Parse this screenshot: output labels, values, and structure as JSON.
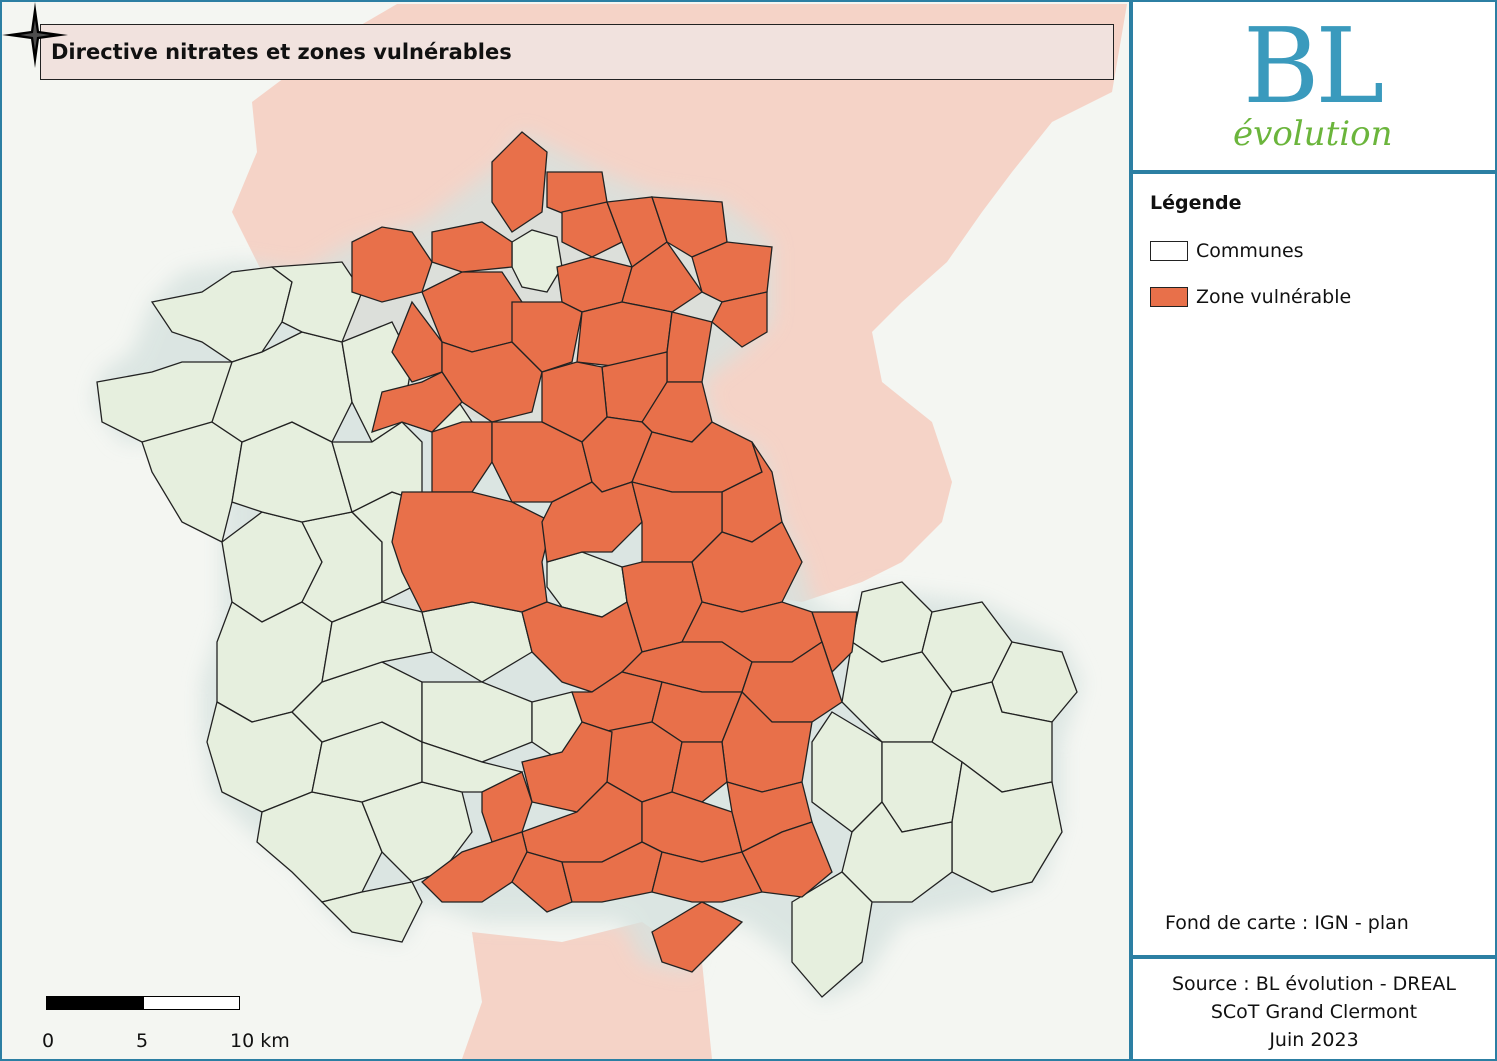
{
  "title": "Directive nitrates et zones vulnérables",
  "logo": {
    "main": "BL",
    "sub": "évolution"
  },
  "legend": {
    "title": "Légende",
    "items": [
      {
        "label": "Communes",
        "color": "#ffffff"
      },
      {
        "label": "Zone vulnérable",
        "color": "#e8704a"
      }
    ]
  },
  "basemap_credit": "Fond de carte : IGN - plan",
  "source": {
    "line1": "Source : BL évolution - DREAL",
    "line2": "SCoT Grand Clermont",
    "line3": "Juin 2023"
  },
  "scale": {
    "labels": [
      "0",
      "5",
      "10 km"
    ]
  },
  "colors": {
    "frame": "#2c7fa3",
    "vulnerable_fill": "#e8704a",
    "vulnerable_region": "#f5d3c7",
    "commune_fill": "#e6efde",
    "logo_blue": "#3a9abd",
    "logo_green": "#6bb53c"
  },
  "icons": {
    "north_arrow": "compass-star-icon"
  }
}
